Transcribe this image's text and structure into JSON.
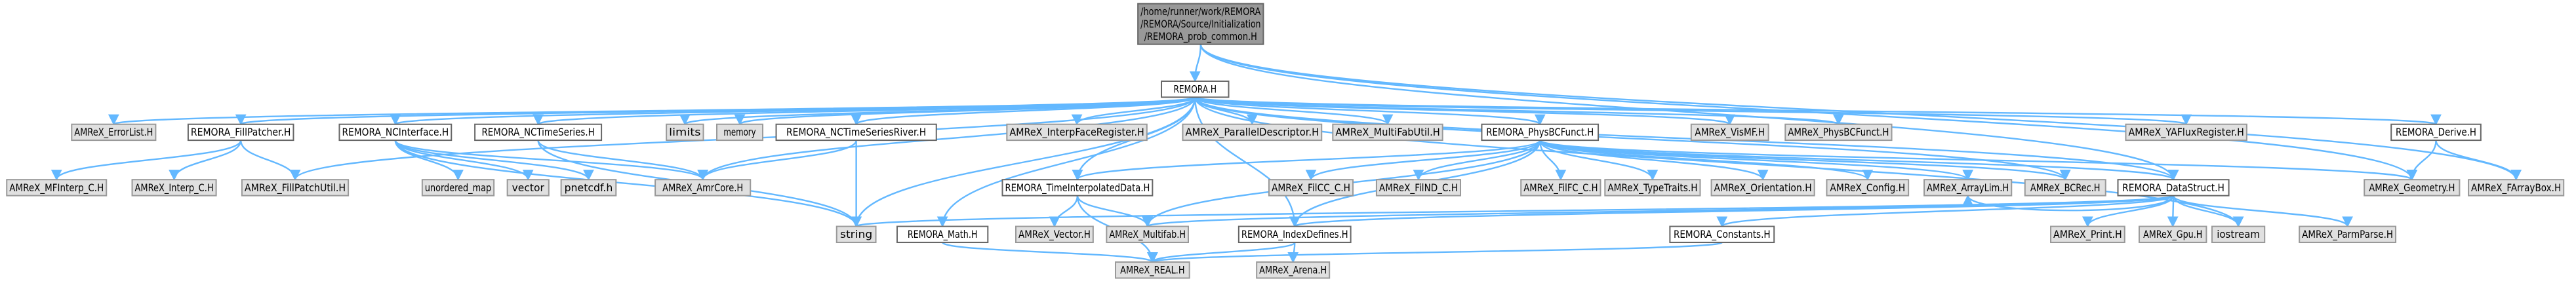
{
  "style": {
    "edge_color": "#63b8ff",
    "arrow_color": "#63b8ff",
    "node_border": "#666666",
    "external_fill": "#e0e0e0",
    "external_border": "#999999",
    "file_fill": "#ffffff",
    "root_fill": "#999999",
    "root_border": "#666666"
  },
  "nodes": [
    {
      "id": "root",
      "kind": "root",
      "lines": [
        "/home/runner/work/REMORA",
        "/REMORA/Source/Initialization",
        "/REMORA_prob_common.H"
      ]
    },
    {
      "id": "remora_h",
      "kind": "file",
      "lines": [
        "REMORA.H"
      ]
    },
    {
      "id": "amrex_errorlist",
      "kind": "external",
      "lines": [
        "AMReX_ErrorList.H"
      ]
    },
    {
      "id": "remora_fillpatcher",
      "kind": "file",
      "lines": [
        "REMORA_FillPatcher.H"
      ]
    },
    {
      "id": "amrex_mfinterp",
      "kind": "external",
      "lines": [
        "AMReX_MFInterp_C.H"
      ]
    },
    {
      "id": "amrex_interp",
      "kind": "external",
      "lines": [
        "AMReX_Interp_C.H"
      ]
    },
    {
      "id": "amrex_fillpatchutil",
      "kind": "external",
      "lines": [
        "AMReX_FillPatchUtil.H"
      ]
    },
    {
      "id": "remora_ncinterface",
      "kind": "file",
      "lines": [
        "REMORA_NCInterface.H"
      ]
    },
    {
      "id": "unordered_map",
      "kind": "external",
      "lines": [
        "unordered_map"
      ]
    },
    {
      "id": "vector",
      "kind": "external",
      "lines": [
        "vector"
      ]
    },
    {
      "id": "pnetcdf",
      "kind": "external",
      "lines": [
        "pnetcdf.h"
      ]
    },
    {
      "id": "remora_nctimeseries",
      "kind": "file",
      "lines": [
        "REMORA_NCTimeSeries.H"
      ]
    },
    {
      "id": "amrex_amrcore",
      "kind": "external",
      "lines": [
        "AMReX_AmrCore.H"
      ]
    },
    {
      "id": "limits",
      "kind": "external",
      "lines": [
        "limits"
      ]
    },
    {
      "id": "memory",
      "kind": "external",
      "lines": [
        "memory"
      ]
    },
    {
      "id": "remora_nctimeseriesriver",
      "kind": "file",
      "lines": [
        "REMORA_NCTimeSeriesRiver.H"
      ]
    },
    {
      "id": "string",
      "kind": "external",
      "lines": [
        "string"
      ]
    },
    {
      "id": "amrex_interpfaceregister",
      "kind": "external",
      "lines": [
        "AMReX_InterpFaceRegister.H"
      ]
    },
    {
      "id": "remora_timeinterp",
      "kind": "file",
      "lines": [
        "REMORA_TimeInterpolatedData.H"
      ]
    },
    {
      "id": "amrex_vector",
      "kind": "external",
      "lines": [
        "AMReX_Vector.H"
      ]
    },
    {
      "id": "amrex_multifab",
      "kind": "external",
      "lines": [
        "AMReX_Multifab.H"
      ]
    },
    {
      "id": "remora_math",
      "kind": "file",
      "lines": [
        "REMORA_Math.H"
      ]
    },
    {
      "id": "amrex_real",
      "kind": "external",
      "lines": [
        "AMReX_REAL.H"
      ]
    },
    {
      "id": "amrex_paralleldescriptor",
      "kind": "external",
      "lines": [
        "AMReX_ParallelDescriptor.H"
      ]
    },
    {
      "id": "amrex_multifabutil",
      "kind": "external",
      "lines": [
        "AMReX_MultiFabUtil.H"
      ]
    },
    {
      "id": "remora_physbcfunct",
      "kind": "file",
      "lines": [
        "REMORA_PhysBCFunct.H"
      ]
    },
    {
      "id": "amrex_fillcc",
      "kind": "external",
      "lines": [
        "AMReX_FilCC_C.H"
      ]
    },
    {
      "id": "amrex_fillnd",
      "kind": "external",
      "lines": [
        "AMReX_FilND_C.H"
      ]
    },
    {
      "id": "amrex_filfc",
      "kind": "external",
      "lines": [
        "AMReX_FilFC_C.H"
      ]
    },
    {
      "id": "amrex_typetraits",
      "kind": "external",
      "lines": [
        "AMReX_TypeTraits.H"
      ]
    },
    {
      "id": "amrex_orientation",
      "kind": "external",
      "lines": [
        "AMReX_Orientation.H"
      ]
    },
    {
      "id": "amrex_config",
      "kind": "external",
      "lines": [
        "AMReX_Config.H"
      ]
    },
    {
      "id": "amrex_arraylim",
      "kind": "external",
      "lines": [
        "AMReX_ArrayLim.H"
      ]
    },
    {
      "id": "amrex_bcrec",
      "kind": "external",
      "lines": [
        "AMReX_BCRec.H"
      ]
    },
    {
      "id": "remora_indexdefines",
      "kind": "file",
      "lines": [
        "REMORA_IndexDefines.H"
      ]
    },
    {
      "id": "amrex_arena",
      "kind": "external",
      "lines": [
        "AMReX_Arena.H"
      ]
    },
    {
      "id": "amrex_vismf",
      "kind": "external",
      "lines": [
        "AMReX_VisMF.H"
      ]
    },
    {
      "id": "amrex_physbcfunct",
      "kind": "external",
      "lines": [
        "AMReX_PhysBCFunct.H"
      ]
    },
    {
      "id": "amrex_yafluxregister",
      "kind": "external",
      "lines": [
        "AMReX_YAFluxRegister.H"
      ]
    },
    {
      "id": "remora_datastruct",
      "kind": "file",
      "lines": [
        "REMORA_DataStruct.H"
      ]
    },
    {
      "id": "remora_constants",
      "kind": "file",
      "lines": [
        "REMORA_Constants.H"
      ]
    },
    {
      "id": "amrex_print",
      "kind": "external",
      "lines": [
        "AMReX_Print.H"
      ]
    },
    {
      "id": "amrex_gpu",
      "kind": "external",
      "lines": [
        "AMReX_Gpu.H"
      ]
    },
    {
      "id": "iostream",
      "kind": "external",
      "lines": [
        "iostream"
      ]
    },
    {
      "id": "amrex_parmparse",
      "kind": "external",
      "lines": [
        "AMReX_ParmParse.H"
      ]
    },
    {
      "id": "remora_derive",
      "kind": "file",
      "lines": [
        "REMORA_Derive.H"
      ]
    },
    {
      "id": "amrex_geometry",
      "kind": "external",
      "lines": [
        "AMReX_Geometry.H"
      ]
    },
    {
      "id": "amrex_farraybox",
      "kind": "external",
      "lines": [
        "AMReX_FArrayBox.H"
      ]
    }
  ],
  "edges": [
    [
      "root",
      "remora_h"
    ],
    [
      "root",
      "remora_datastruct"
    ],
    [
      "root",
      "amrex_geometry"
    ],
    [
      "root",
      "amrex_farraybox"
    ],
    [
      "remora_h",
      "amrex_errorlist"
    ],
    [
      "remora_h",
      "remora_fillpatcher"
    ],
    [
      "remora_h",
      "amrex_fillpatchutil"
    ],
    [
      "remora_h",
      "remora_ncinterface"
    ],
    [
      "remora_h",
      "remora_nctimeseries"
    ],
    [
      "remora_h",
      "amrex_amrcore"
    ],
    [
      "remora_h",
      "limits"
    ],
    [
      "remora_h",
      "memory"
    ],
    [
      "remora_h",
      "remora_nctimeseriesriver"
    ],
    [
      "remora_h",
      "string"
    ],
    [
      "remora_h",
      "amrex_interpfaceregister"
    ],
    [
      "remora_h",
      "remora_timeinterp"
    ],
    [
      "remora_h",
      "remora_math"
    ],
    [
      "remora_h",
      "amrex_paralleldescriptor"
    ],
    [
      "remora_h",
      "amrex_multifabutil"
    ],
    [
      "remora_h",
      "remora_physbcfunct"
    ],
    [
      "remora_h",
      "amrex_vismf"
    ],
    [
      "remora_h",
      "amrex_physbcfunct"
    ],
    [
      "remora_h",
      "amrex_yafluxregister"
    ],
    [
      "remora_h",
      "remora_derive"
    ],
    [
      "remora_h",
      "remora_datastruct"
    ],
    [
      "remora_h",
      "remora_indexdefines"
    ],
    [
      "remora_h",
      "amrex_bcrec"
    ],
    [
      "remora_h",
      "iostream"
    ],
    [
      "remora_fillpatcher",
      "amrex_mfinterp"
    ],
    [
      "remora_fillpatcher",
      "amrex_interp"
    ],
    [
      "remora_fillpatcher",
      "amrex_fillpatchutil"
    ],
    [
      "remora_ncinterface",
      "unordered_map"
    ],
    [
      "remora_ncinterface",
      "vector"
    ],
    [
      "remora_ncinterface",
      "pnetcdf"
    ],
    [
      "remora_ncinterface",
      "amrex_amrcore"
    ],
    [
      "remora_ncinterface",
      "string"
    ],
    [
      "remora_nctimeseries",
      "amrex_amrcore"
    ],
    [
      "remora_nctimeseries",
      "string"
    ],
    [
      "remora_nctimeseriesriver",
      "amrex_amrcore"
    ],
    [
      "remora_nctimeseriesriver",
      "string"
    ],
    [
      "remora_timeinterp",
      "amrex_vector"
    ],
    [
      "remora_timeinterp",
      "amrex_multifab"
    ],
    [
      "remora_timeinterp",
      "amrex_real"
    ],
    [
      "remora_math",
      "amrex_real"
    ],
    [
      "remora_physbcfunct",
      "remora_timeinterp"
    ],
    [
      "remora_physbcfunct",
      "amrex_fillcc"
    ],
    [
      "remora_physbcfunct",
      "amrex_fillnd"
    ],
    [
      "remora_physbcfunct",
      "amrex_filfc"
    ],
    [
      "remora_physbcfunct",
      "amrex_typetraits"
    ],
    [
      "remora_physbcfunct",
      "amrex_orientation"
    ],
    [
      "remora_physbcfunct",
      "amrex_config"
    ],
    [
      "remora_physbcfunct",
      "amrex_arraylim"
    ],
    [
      "remora_physbcfunct",
      "amrex_bcrec"
    ],
    [
      "remora_physbcfunct",
      "remora_indexdefines"
    ],
    [
      "remora_physbcfunct",
      "remora_datastruct"
    ],
    [
      "remora_physbcfunct",
      "amrex_geometry"
    ],
    [
      "remora_physbcfunct",
      "amrex_multifab"
    ],
    [
      "remora_indexdefines",
      "amrex_real"
    ],
    [
      "remora_indexdefines",
      "amrex_arena"
    ],
    [
      "remora_datastruct",
      "string"
    ],
    [
      "remora_datastruct",
      "amrex_multifab"
    ],
    [
      "remora_datastruct",
      "remora_indexdefines"
    ],
    [
      "remora_datastruct",
      "remora_constants"
    ],
    [
      "remora_datastruct",
      "amrex_print"
    ],
    [
      "remora_datastruct",
      "amrex_gpu"
    ],
    [
      "remora_datastruct",
      "iostream"
    ],
    [
      "remora_datastruct",
      "amrex_parmparse"
    ],
    [
      "remora_datastruct",
      "amrex_arraylim"
    ],
    [
      "remora_constants",
      "amrex_real"
    ],
    [
      "remora_derive",
      "amrex_geometry"
    ],
    [
      "remora_derive",
      "amrex_farraybox"
    ]
  ]
}
